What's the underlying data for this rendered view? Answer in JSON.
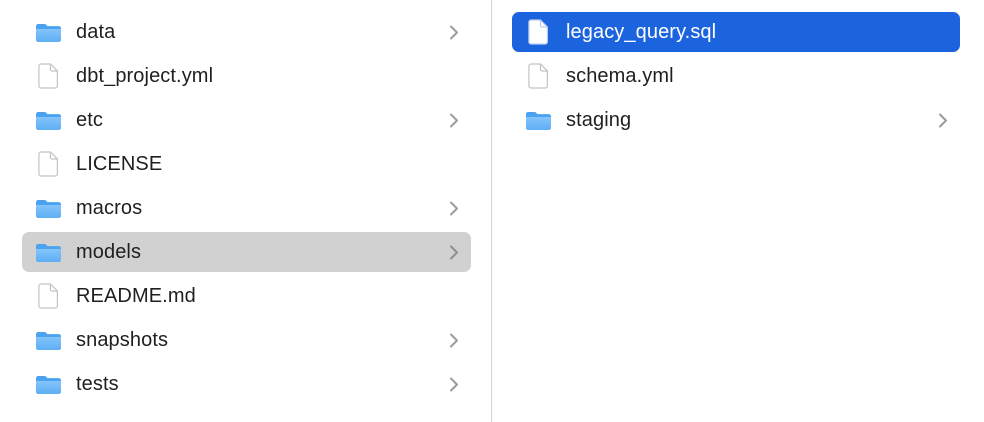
{
  "window": {
    "view": "finder-column-view"
  },
  "colors": {
    "selection_blue": "#1b64de",
    "selection_gray": "#d1d1d1",
    "divider": "#d5d5d5",
    "chevron": "#9b9b9b",
    "folder_dark": "#4aa2f0",
    "folder_light": "#7fc2fa",
    "text": "#1f1f1f",
    "text_selected": "#ffffff"
  },
  "columns": [
    {
      "name": "parent-column",
      "items": [
        {
          "label": "data",
          "type": "folder",
          "icon": "folder-icon",
          "chevron": true,
          "selected": "none"
        },
        {
          "label": "dbt_project.yml",
          "type": "document",
          "icon": "document-icon",
          "chevron": false,
          "selected": "none"
        },
        {
          "label": "etc",
          "type": "folder",
          "icon": "folder-icon",
          "chevron": true,
          "selected": "none"
        },
        {
          "label": "LICENSE",
          "type": "document",
          "icon": "document-icon",
          "chevron": false,
          "selected": "none"
        },
        {
          "label": "macros",
          "type": "folder",
          "icon": "folder-icon",
          "chevron": true,
          "selected": "none"
        },
        {
          "label": "models",
          "type": "folder",
          "icon": "folder-icon",
          "chevron": true,
          "selected": "secondary"
        },
        {
          "label": "README.md",
          "type": "document",
          "icon": "document-icon",
          "chevron": false,
          "selected": "none"
        },
        {
          "label": "snapshots",
          "type": "folder",
          "icon": "folder-icon",
          "chevron": true,
          "selected": "none"
        },
        {
          "label": "tests",
          "type": "folder",
          "icon": "folder-icon",
          "chevron": true,
          "selected": "none"
        }
      ]
    },
    {
      "name": "child-column",
      "items": [
        {
          "label": "legacy_query.sql",
          "type": "document",
          "icon": "document-icon",
          "chevron": false,
          "selected": "primary"
        },
        {
          "label": "schema.yml",
          "type": "document",
          "icon": "document-icon",
          "chevron": false,
          "selected": "none"
        },
        {
          "label": "staging",
          "type": "folder",
          "icon": "folder-icon",
          "chevron": true,
          "selected": "none"
        }
      ]
    }
  ]
}
